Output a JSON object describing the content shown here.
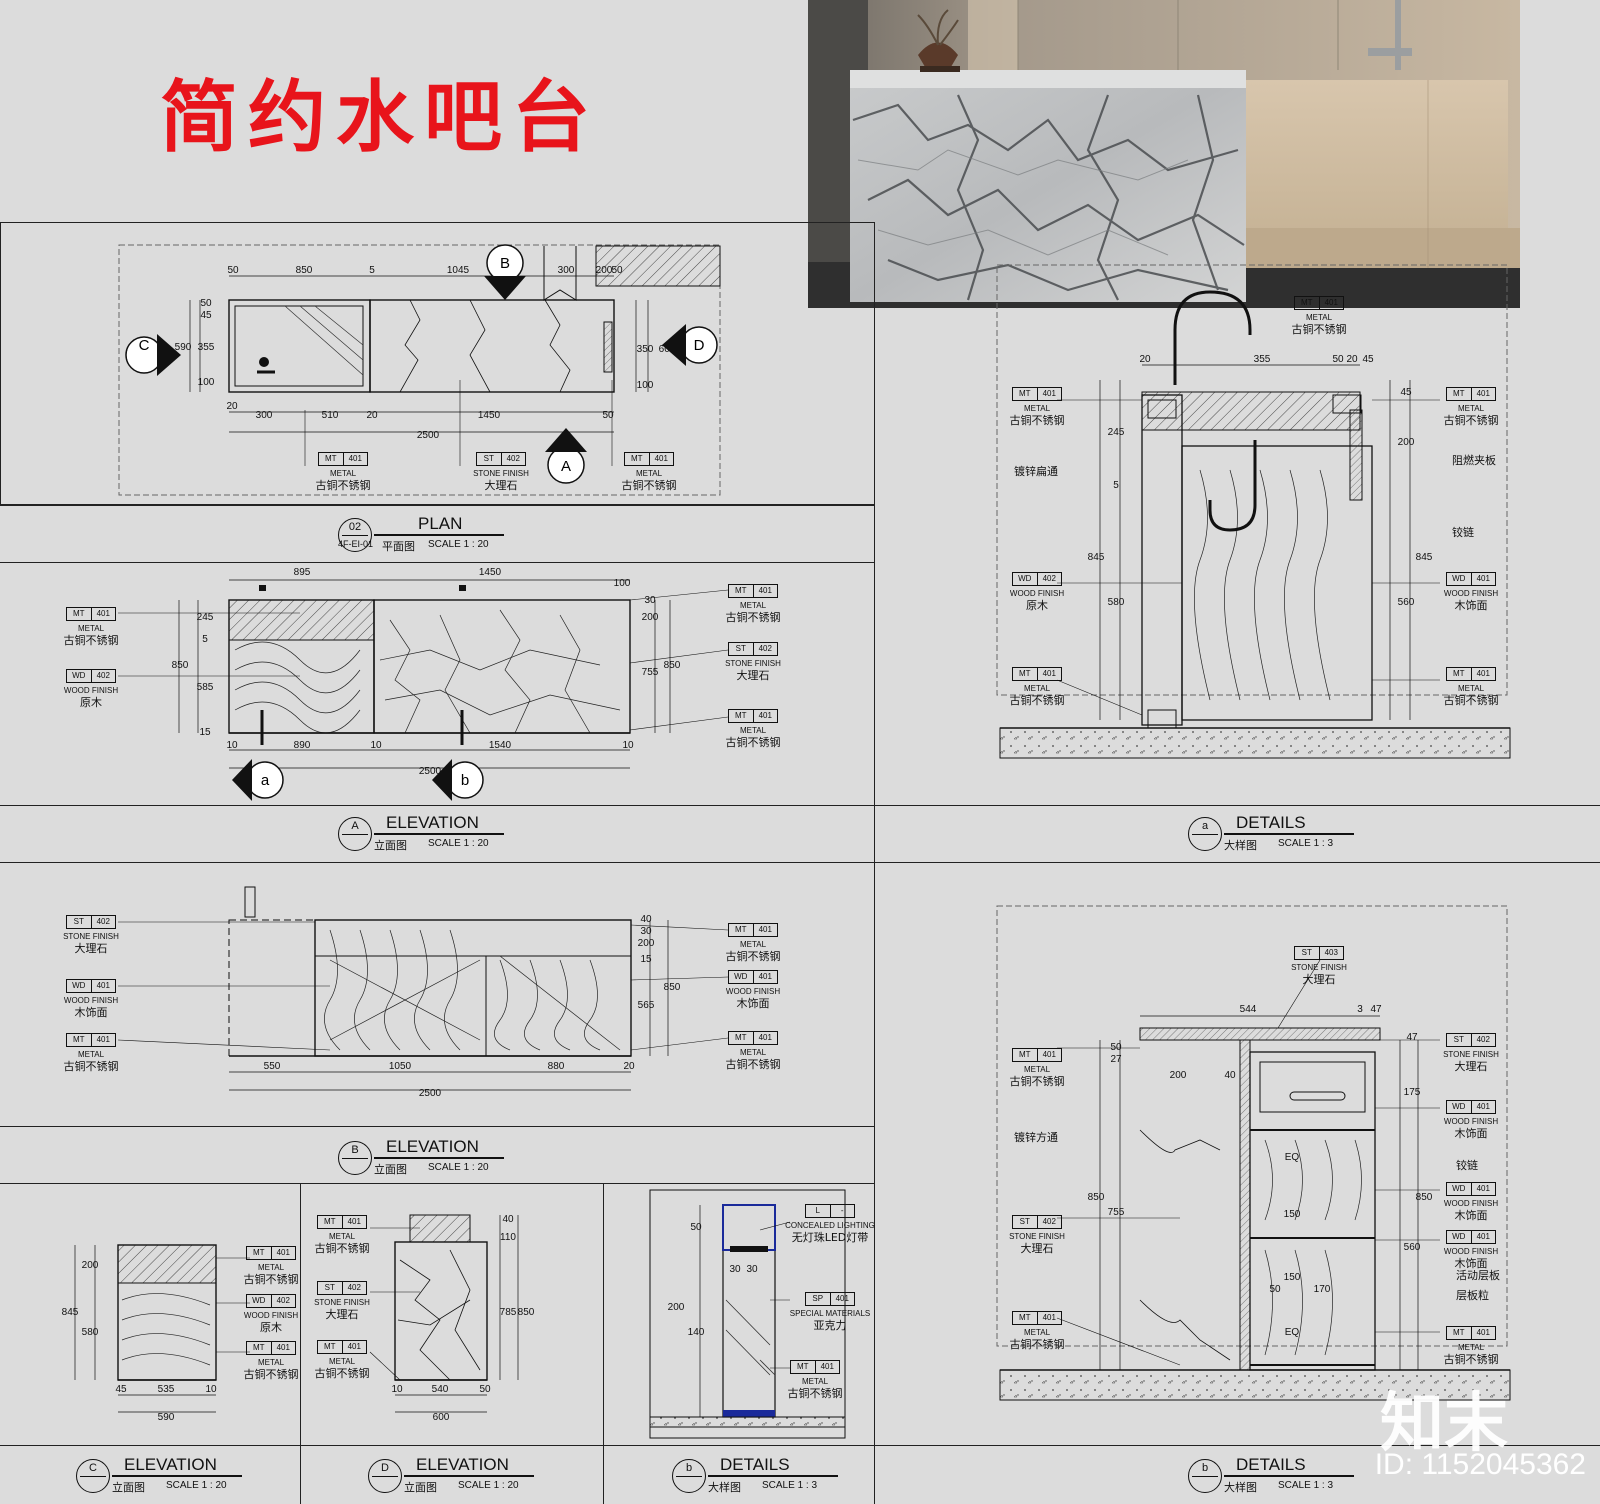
{
  "title": "简约水吧台",
  "watermark": {
    "brand": "知末",
    "id": "ID: 1152045362"
  },
  "tags": {
    "mt401": {
      "code": "MT",
      "num": "401",
      "finish": "METAL",
      "name": "古铜不锈钢"
    },
    "st402": {
      "code": "ST",
      "num": "402",
      "finish": "STONE FINISH",
      "name": "大理石"
    },
    "st403": {
      "code": "ST",
      "num": "403",
      "finish": "STONE FINISH",
      "name": "大理石"
    },
    "wd402": {
      "code": "WD",
      "num": "402",
      "finish": "WOOD FINISH",
      "name": "原木"
    },
    "wd401": {
      "code": "WD",
      "num": "401",
      "finish": "WOOD FINISH",
      "name": "木饰面"
    },
    "sp401": {
      "code": "SP",
      "num": "401",
      "finish": "SPECIAL MATERIALS",
      "name": "亚克力"
    },
    "lt": {
      "code": "L",
      "num": "-",
      "finish": "CONCEALED LIGHTING",
      "name": "无灯珠LED灯带"
    }
  },
  "titles": {
    "plan": {
      "num": "02",
      "ref": "4F-EI-01",
      "en": "PLAN",
      "cn": "平面图",
      "scale": "SCALE 1 : 20"
    },
    "elevA": {
      "num": "A",
      "en": "ELEVATION",
      "cn": "立面图",
      "scale": "SCALE 1 : 20"
    },
    "elevB": {
      "num": "B",
      "en": "ELEVATION",
      "cn": "立面图",
      "scale": "SCALE 1 : 20"
    },
    "elevC": {
      "num": "C",
      "en": "ELEVATION",
      "cn": "立面图",
      "scale": "SCALE 1 : 20"
    },
    "elevD": {
      "num": "D",
      "en": "ELEVATION",
      "cn": "立面图",
      "scale": "SCALE 1 : 20"
    },
    "detA": {
      "num": "a",
      "en": "DETAILS",
      "cn": "大样图",
      "scale": "SCALE 1 : 3"
    },
    "detB": {
      "num": "b",
      "en": "DETAILS",
      "cn": "大样图",
      "scale": "SCALE 1 : 3"
    },
    "detSmall": {
      "num": "b",
      "en": "DETAILS",
      "cn": "大样图",
      "scale": "SCALE 1 : 3"
    }
  },
  "notes": {
    "galvPipe": "镀锌扁通",
    "galvSquare": "镀锌方通",
    "fireBoard": "阻燃夹板",
    "hinge": "铰链",
    "shelf": "活动层板",
    "shelfPin": "层板粒"
  },
  "dims": {
    "plan": {
      "top": [
        "50",
        "850",
        "5",
        "1045",
        "300",
        "200",
        "50"
      ],
      "bottom": [
        "20",
        "300",
        "510",
        "20",
        "1450",
        "50"
      ],
      "total": "2500",
      "left": [
        "50",
        "45",
        "355",
        "100",
        "590"
      ],
      "right": [
        "350",
        "100",
        "600"
      ]
    },
    "elevA": {
      "top": [
        "895",
        "1450"
      ],
      "bottom": [
        "10",
        "890",
        "10",
        "1540",
        "10"
      ],
      "total": "2500",
      "left": [
        "245",
        "5",
        "585",
        "15",
        "850"
      ],
      "right": [
        "30",
        "200",
        "755",
        "850",
        "100"
      ]
    },
    "elevB": {
      "bottom": [
        "550",
        "1050",
        "880",
        "20"
      ],
      "total": "2500",
      "right": [
        "40",
        "30",
        "200",
        "15",
        "565",
        "850"
      ]
    },
    "elevC": {
      "bottom": [
        "45",
        "535",
        "10"
      ],
      "total": "590",
      "left": [
        "200",
        "580",
        "845"
      ]
    },
    "elevD": {
      "bottom": [
        "10",
        "540",
        "50"
      ],
      "total": "600",
      "right": [
        "40",
        "110",
        "785",
        "850"
      ]
    },
    "detA": {
      "top": [
        "20",
        "355",
        "50",
        "20",
        "45"
      ],
      "left": [
        "245",
        "5",
        "845",
        "580"
      ],
      "right": [
        "45",
        "200",
        "845",
        "560"
      ]
    },
    "detB": {
      "top": [
        "544",
        "3",
        "47"
      ],
      "left": [
        "50",
        "27",
        "200",
        "40",
        "850",
        "755"
      ],
      "right": [
        "47",
        "175",
        "850",
        "560"
      ],
      "inner": [
        "150",
        "150",
        "170",
        "50",
        "EQ",
        "EQ"
      ]
    },
    "detSmall": {
      "top": [
        "30",
        "30"
      ],
      "left": [
        "50",
        "200",
        "140"
      ]
    }
  },
  "sectionMarks": {
    "a": "a",
    "b": "b",
    "A": "A",
    "B": "B",
    "C": "C",
    "D": "D"
  }
}
